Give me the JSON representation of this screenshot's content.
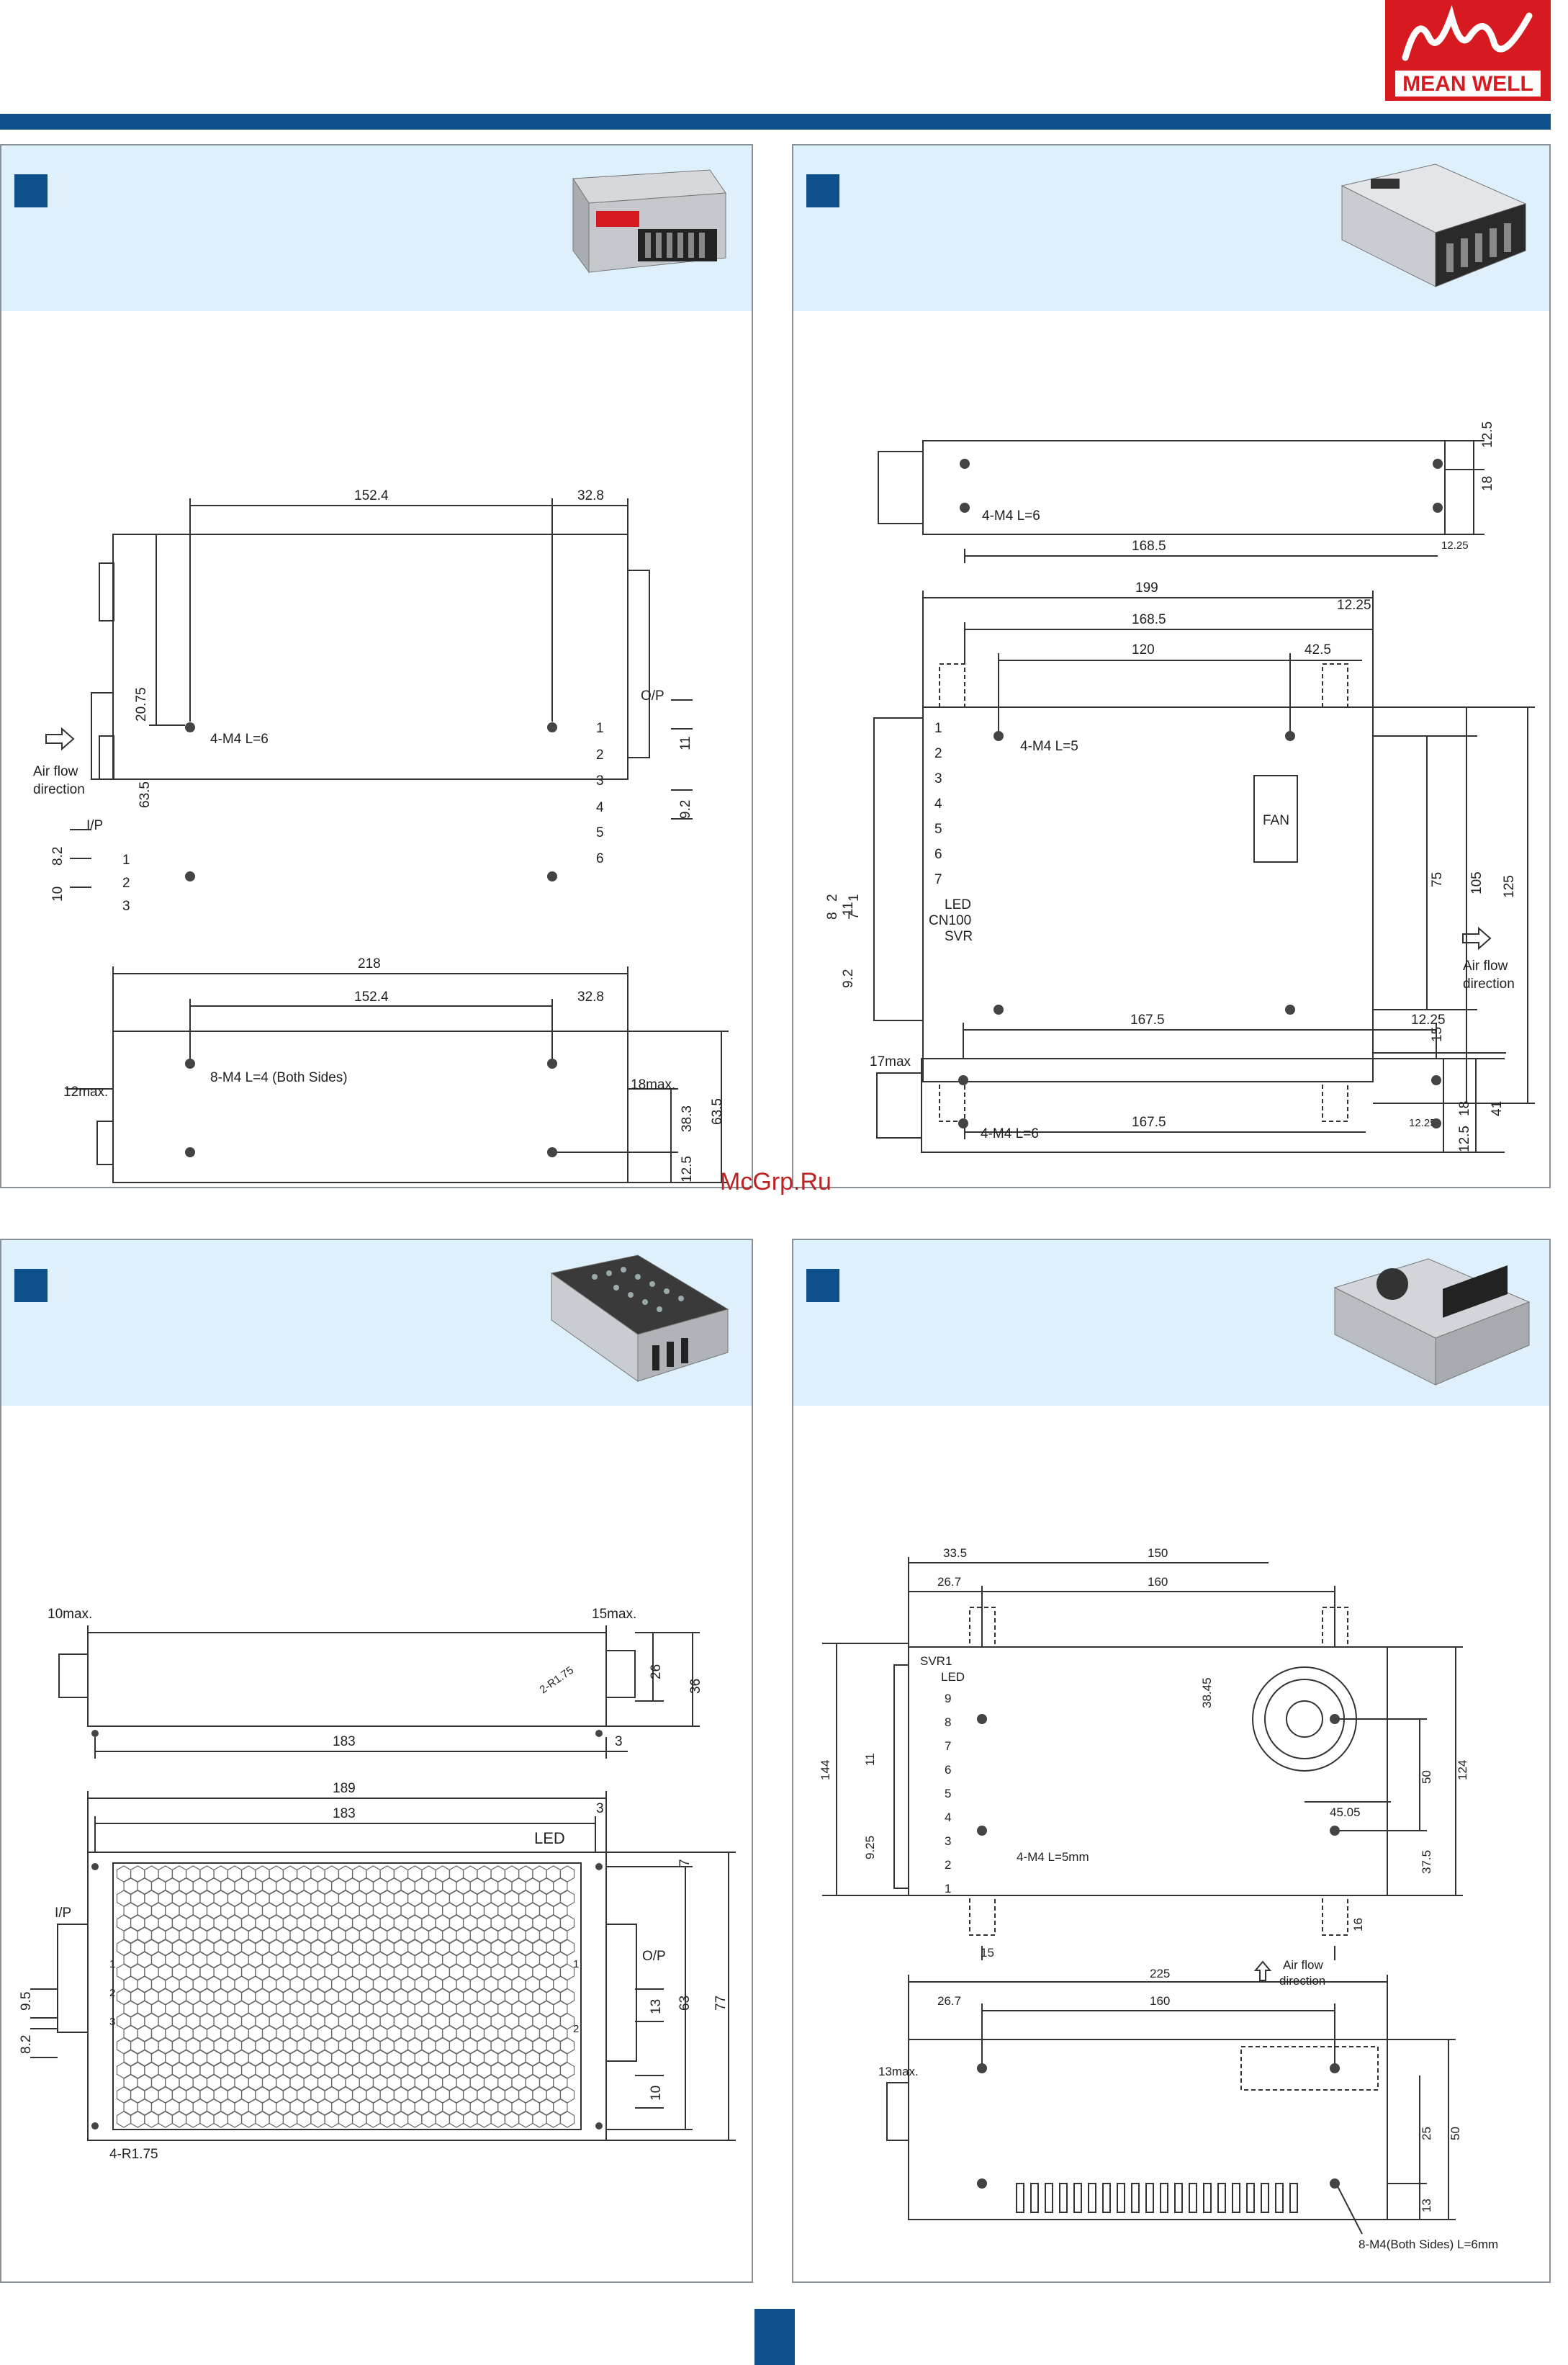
{
  "brand": {
    "logo_text": "MEAN WELL",
    "logo_mark": "MW",
    "brand_color": "#d71920",
    "accent_color": "#0d4f8a",
    "band_color": "#ddf0fb"
  },
  "watermark": "McGrp.Ru",
  "panels": {
    "p1": {
      "dims": {
        "d152_4": "152.4",
        "d32_8": "32.8",
        "d20_75": "20.75",
        "d63_5": "63.5",
        "screws": "4-M4 L=6",
        "op": "O/P",
        "ip": "I/P",
        "air1": "Air flow",
        "air2": "direction",
        "d8_2": "8.2",
        "d10": "10",
        "d11": "11",
        "d9_2": "9.2",
        "o1": "1",
        "o2": "2",
        "o3": "3",
        "o4": "4",
        "o5": "5",
        "o6": "6",
        "i1": "1",
        "i2": "2",
        "i3": "3",
        "d218": "218",
        "s152_4": "152.4",
        "s32_8": "32.8",
        "side_screws": "8-M4 L=4 (Both Sides)",
        "d12max": "12max.",
        "d18max": "18max.",
        "d38_3": "38.3",
        "d63_5b": "63.5",
        "d12_5": "12.5"
      }
    },
    "p2": {
      "dims": {
        "t12_5": "12.5",
        "t18": "18",
        "t_screws": "4-M4 L=6",
        "t168_5": "168.5",
        "t12_25": "12.25",
        "d199": "199",
        "d168_5": "168.5",
        "d12_25": "12.25",
        "d120": "120",
        "d42_5": "42.5",
        "screws": "4-M4 L=5",
        "fan": "FAN",
        "d75": "75",
        "d105": "105",
        "d125": "125",
        "d15": "15",
        "air1": "Air flow",
        "air2": "direction",
        "t1": "1",
        "t2": "2",
        "t3": "3",
        "t4": "4",
        "t5": "5",
        "t6": "6",
        "t7": "7",
        "d11": "11",
        "d9_2": "9.2",
        "led": "LED",
        "cn": "CN100",
        "svr": "SVR",
        "c2": "2",
        "c8": "8",
        "c1": "1",
        "c7": "7",
        "d167_5": "167.5",
        "d12_25b": "12.25",
        "b167_5": "167.5",
        "b12_25": "12.25",
        "b17max": "17max",
        "b18": "18",
        "b41": "41",
        "b12_5": "12.5",
        "b_screws": "4-M4 L=6"
      }
    },
    "p3": {
      "dims": {
        "d10max": "10max.",
        "d15max": "15max.",
        "d26": "26",
        "d36": "36",
        "r175": "2-R1.75",
        "d183": "183",
        "d3": "3",
        "d189": "189",
        "d183b": "183",
        "d3b": "3",
        "led": "LED",
        "ip": "I/P",
        "op": "O/P",
        "d9_5": "9.5",
        "d8_2": "8.2",
        "d7": "7",
        "d13": "13",
        "d63": "63",
        "d77": "77",
        "d10": "10",
        "r4": "4-R1.75",
        "i1": "1",
        "i2": "2",
        "i3": "3",
        "o1": "1",
        "o2": "2"
      }
    },
    "p4": {
      "dims": {
        "d33_5": "33.5",
        "d150": "150",
        "d26_7": "26.7",
        "d160": "160",
        "svr1": "SVR1",
        "led": "LED",
        "d38_45": "38.45",
        "t9": "9",
        "t8": "8",
        "t7": "7",
        "t6": "6",
        "t5": "5",
        "t4": "4",
        "t3": "3",
        "t2": "2",
        "t1": "1",
        "d144": "144",
        "d11": "11",
        "d9_25": "9.25",
        "screws": "4-M4 L=5mm",
        "d45_05": "45.05",
        "d50": "50",
        "d124": "124",
        "d37_5": "37.5",
        "d15": "15",
        "d16": "16",
        "air1": "Air flow",
        "air2": "direction",
        "b225": "225",
        "b26_7": "26.7",
        "b160": "160",
        "b13max": "13max.",
        "b25": "25",
        "b50": "50",
        "b13": "13",
        "b_screws": "8-M4(Both Sides) L=6mm"
      }
    }
  }
}
